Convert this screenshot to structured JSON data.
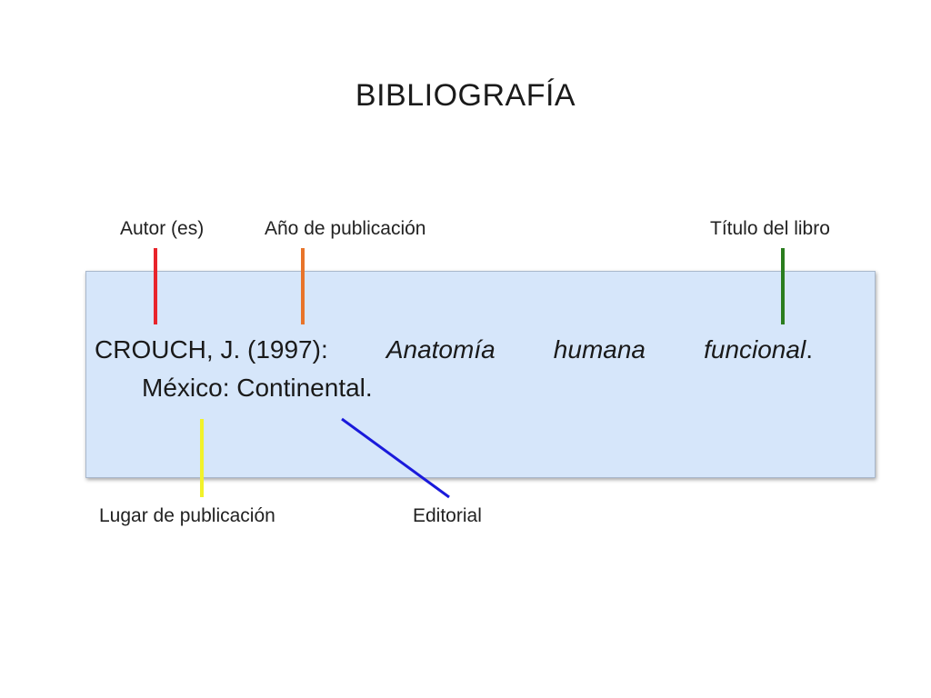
{
  "title": "BIBLIOGRAFÍA",
  "labels": {
    "author": "Autor (es)",
    "year": "Año de publicación",
    "book_title": "Título del libro",
    "place": "Lugar de publicación",
    "publisher": "Editorial"
  },
  "citation": {
    "author_year": "CROUCH, J. (1997):",
    "title_word_1": "Anatomía",
    "title_word_2": "humana",
    "title_word_3": "funcional",
    "title_end": ".",
    "place_publisher": "México: Continental."
  },
  "colors": {
    "author": "#e8242b",
    "year": "#e8742a",
    "book_title": "#2a7d1e",
    "place": "#f2f22a",
    "publisher": "#1a1adb",
    "box_fill": "#d6e6fa"
  }
}
